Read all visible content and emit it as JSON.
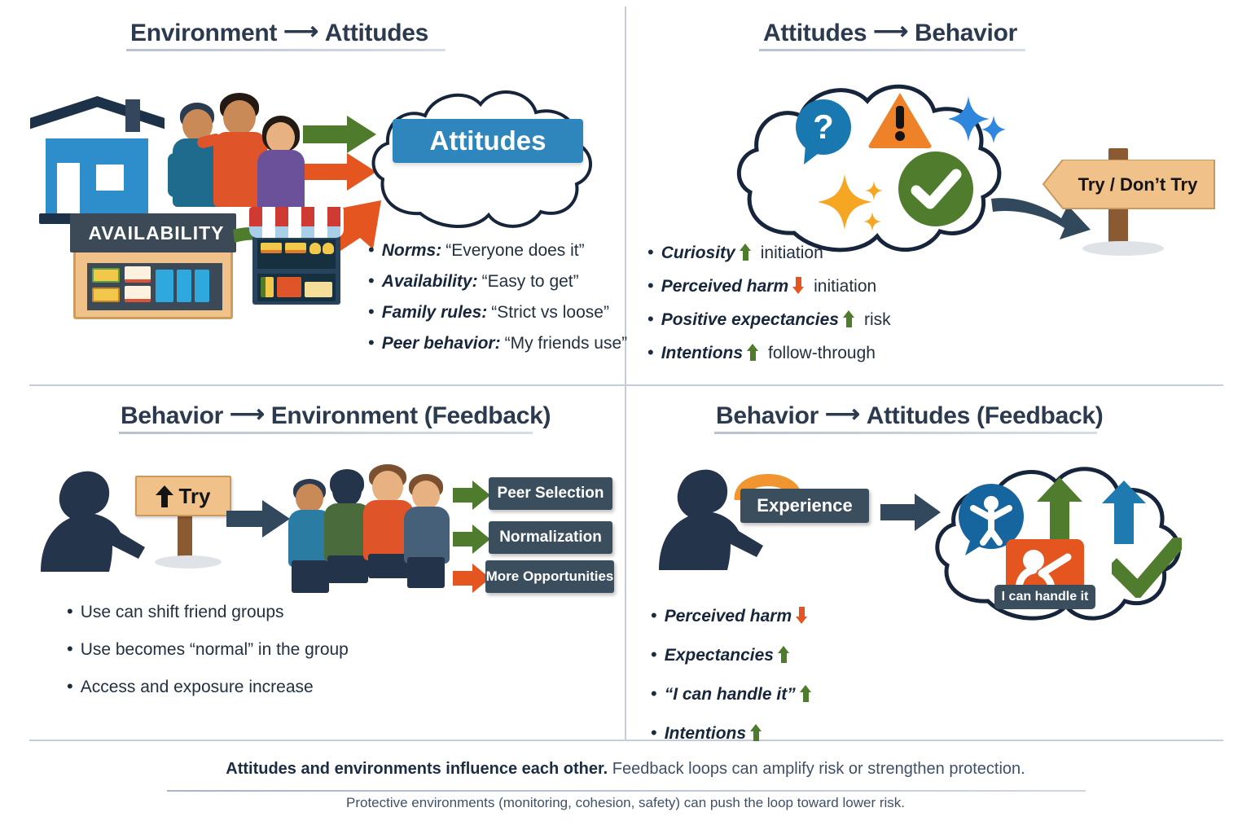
{
  "panels": {
    "top_left": {
      "title_from": "Environment",
      "title_arrow": "⟶",
      "title_to": "Attitudes",
      "cloud_label": "Attitudes",
      "shop_sign": "AVAILABILITY",
      "bullets": [
        {
          "label": "Norms:",
          "value": "“Everyone does it”"
        },
        {
          "label": "Availability:",
          "value": "“Easy to get”"
        },
        {
          "label": "Family rules:",
          "value": "“Strict vs loose”"
        },
        {
          "label": "Peer behavior:",
          "value": "“My friends use”"
        }
      ]
    },
    "top_right": {
      "title_from": "Attitudes",
      "title_arrow": "⟶",
      "title_to": "Behavior",
      "signpost_label": "Try / Don’t Try",
      "cloud_icons": [
        "question-bubble-icon",
        "warning-triangle-icon",
        "blue-sparkle-icon",
        "orange-sparkle-icon",
        "green-check-icon"
      ],
      "bullets": [
        {
          "label": "Curiosity",
          "arrow": "up",
          "tail": "initiation"
        },
        {
          "label": "Perceived harm",
          "arrow": "down",
          "tail": "initiation"
        },
        {
          "label": "Positive expectancies",
          "arrow": "up",
          "tail": "risk"
        },
        {
          "label": "Intentions",
          "arrow": "up",
          "tail": "follow-through"
        }
      ]
    },
    "bottom_left": {
      "title_from": "Behavior",
      "title_arrow": "⟶",
      "title_to": "Environment (Feedback)",
      "sign_label": "Try",
      "outcome_labels": [
        "Peer Selection",
        "Normalization",
        "More Opportunities"
      ],
      "bullets": [
        "Use can shift friend groups",
        "Use becomes “normal” in the group",
        "Access and exposure increase"
      ]
    },
    "bottom_right": {
      "title_from": "Behavior",
      "title_arrow": "⟶",
      "title_to": "Attitudes (Feedback)",
      "sign_label": "Experience",
      "cloud_badge": "I can handle it",
      "bullets": [
        {
          "label": "Perceived harm",
          "arrow": "down"
        },
        {
          "label": "Expectancies",
          "arrow": "up"
        },
        {
          "label": "“I can handle it”",
          "arrow": "up"
        },
        {
          "label": "Intentions",
          "arrow": "up"
        }
      ]
    }
  },
  "footer": {
    "line1_strong": "Attitudes and environments influence each other.",
    "line1_rest": "Feedback loops can amplify risk or strengthen protection.",
    "line2": "Protective environments (monitoring, cohesion, safety) can push the loop toward lower risk."
  },
  "colors": {
    "title": "#2b3a4f",
    "divider": "#c5ccdb",
    "green_arrow": "#4e7b2c",
    "orange_arrow": "#e4551f",
    "blue_accent": "#2f86bd",
    "slate": "#3b4e5e",
    "sand": "#f0c189"
  }
}
